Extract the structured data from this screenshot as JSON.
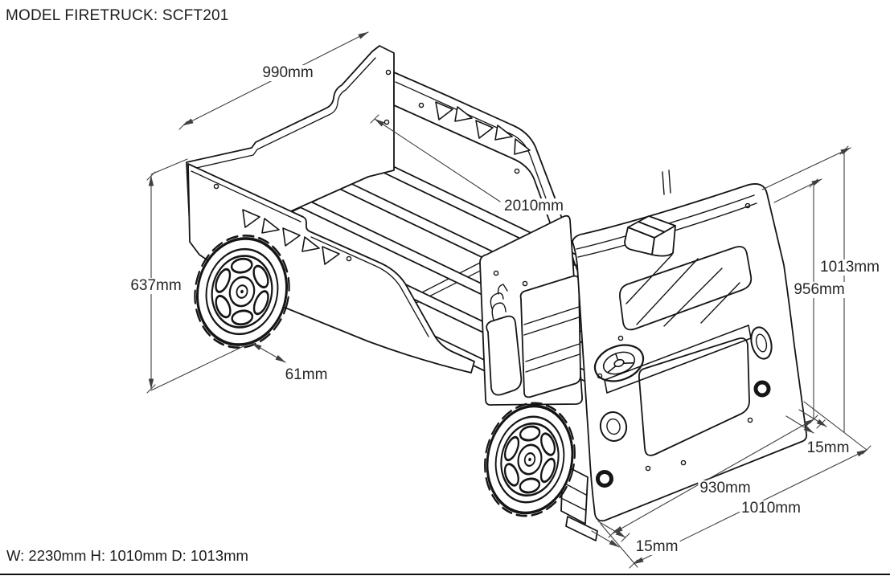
{
  "title": "MODEL FIRETRUCK: SCFT201",
  "footer": "W: 2230mm H: 1010mm D: 1013mm",
  "colors": {
    "line": "#151515",
    "dimension_line": "#3f3f3f",
    "text": "#262626",
    "background": "#ffffff"
  },
  "dimensions": {
    "bed_width": "990mm",
    "mattress_length": "2010mm",
    "side_height": "637mm",
    "ground_clearance": "61mm",
    "overall_height": "1013mm",
    "cab_height": "956mm",
    "front_panel_thickness": "15mm",
    "cab_width": "930mm",
    "front_width": "1010mm",
    "side_panel_thickness": "15mm"
  }
}
